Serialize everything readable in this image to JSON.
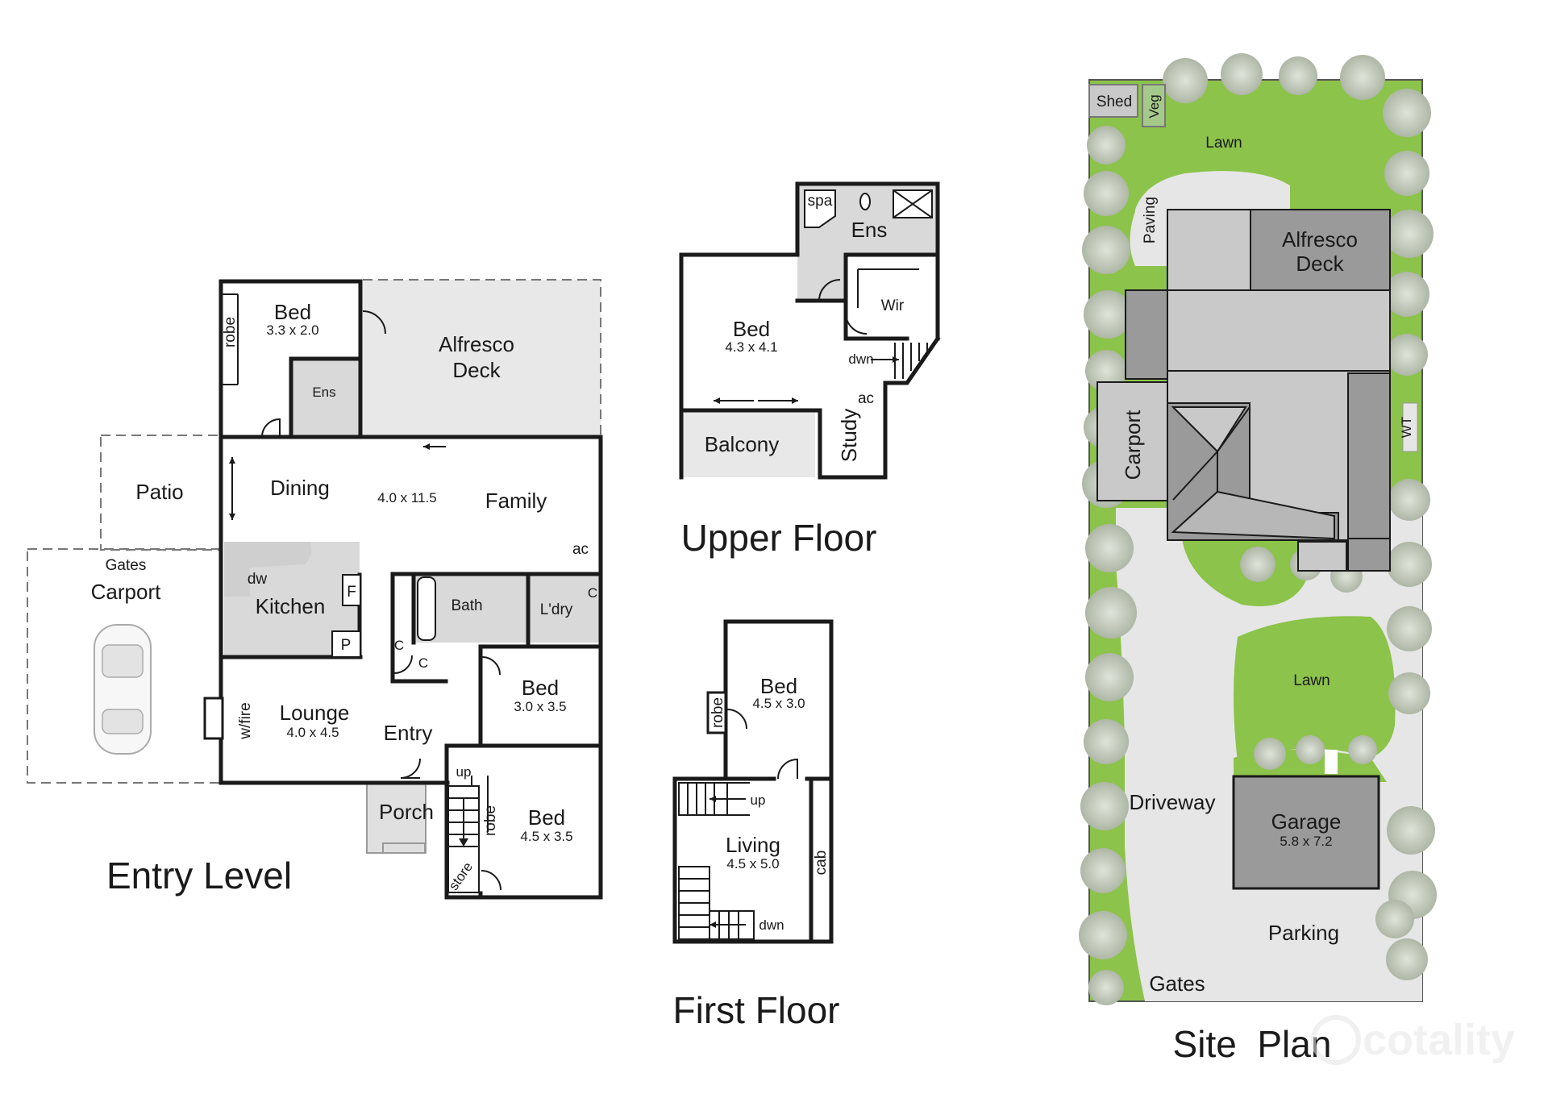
{
  "entry_level": {
    "title": "Entry Level",
    "bed1": {
      "name": "Bed",
      "size": "3.3 x 2.0"
    },
    "robe1": "robe",
    "ens": "Ens",
    "alfresco": [
      "Alfresco",
      "Deck"
    ],
    "patio": "Patio",
    "dining": "Dining",
    "family": "Family",
    "living_size": "4.0 x 11.5",
    "ac": "ac",
    "gates": "Gates",
    "carport": "Carport",
    "dw": "dw",
    "kitchen": "Kitchen",
    "fridge": "F",
    "pantry": "P",
    "bath": "Bath",
    "laundry": "L'dry",
    "cupboard": "C",
    "bed2": {
      "name": "Bed",
      "size": "3.0 x 3.5"
    },
    "wfire": "w/fire",
    "lounge": {
      "name": "Lounge",
      "size": "4.0 x 4.5"
    },
    "entry": "Entry",
    "porch": "Porch",
    "up": "up",
    "robe2": "robe",
    "store": "store",
    "bed3": {
      "name": "Bed",
      "size": "4.5 x 3.5"
    }
  },
  "upper_floor": {
    "title": "Upper Floor",
    "spa": "spa",
    "ens": "Ens",
    "wir": "Wir",
    "bed": {
      "name": "Bed",
      "size": "4.3 x 4.1"
    },
    "dwn": "dwn",
    "ac": "ac",
    "study": "Study",
    "balcony": "Balcony"
  },
  "first_floor": {
    "title": "First Floor",
    "bed": {
      "name": "Bed",
      "size": "4.5 x 3.0"
    },
    "robe": "robe",
    "up": "up",
    "living": {
      "name": "Living",
      "size": "4.5 x 5.0"
    },
    "cab": "cab",
    "dwn": "dwn"
  },
  "site_plan": {
    "title": "Site  Plan",
    "shed": "Shed",
    "veg": "Veg",
    "lawn_top": "Lawn",
    "paving": "Paving",
    "alfresco": [
      "Alfresco",
      "Deck"
    ],
    "carport": "Carport",
    "wt": "WT",
    "lawn_mid": "Lawn",
    "driveway": "Driveway",
    "garage": {
      "name": "Garage",
      "size": "5.8 x 7.2"
    },
    "parking": "Parking",
    "gates": "Gates"
  },
  "watermark": "cotality",
  "colors": {
    "lawn": "#8cc34a",
    "tree": "#c6cdbf",
    "roof_dark": "#9a9a9a",
    "roof_light": "#c9c9c9",
    "wet_area": "#d9d9d9"
  }
}
